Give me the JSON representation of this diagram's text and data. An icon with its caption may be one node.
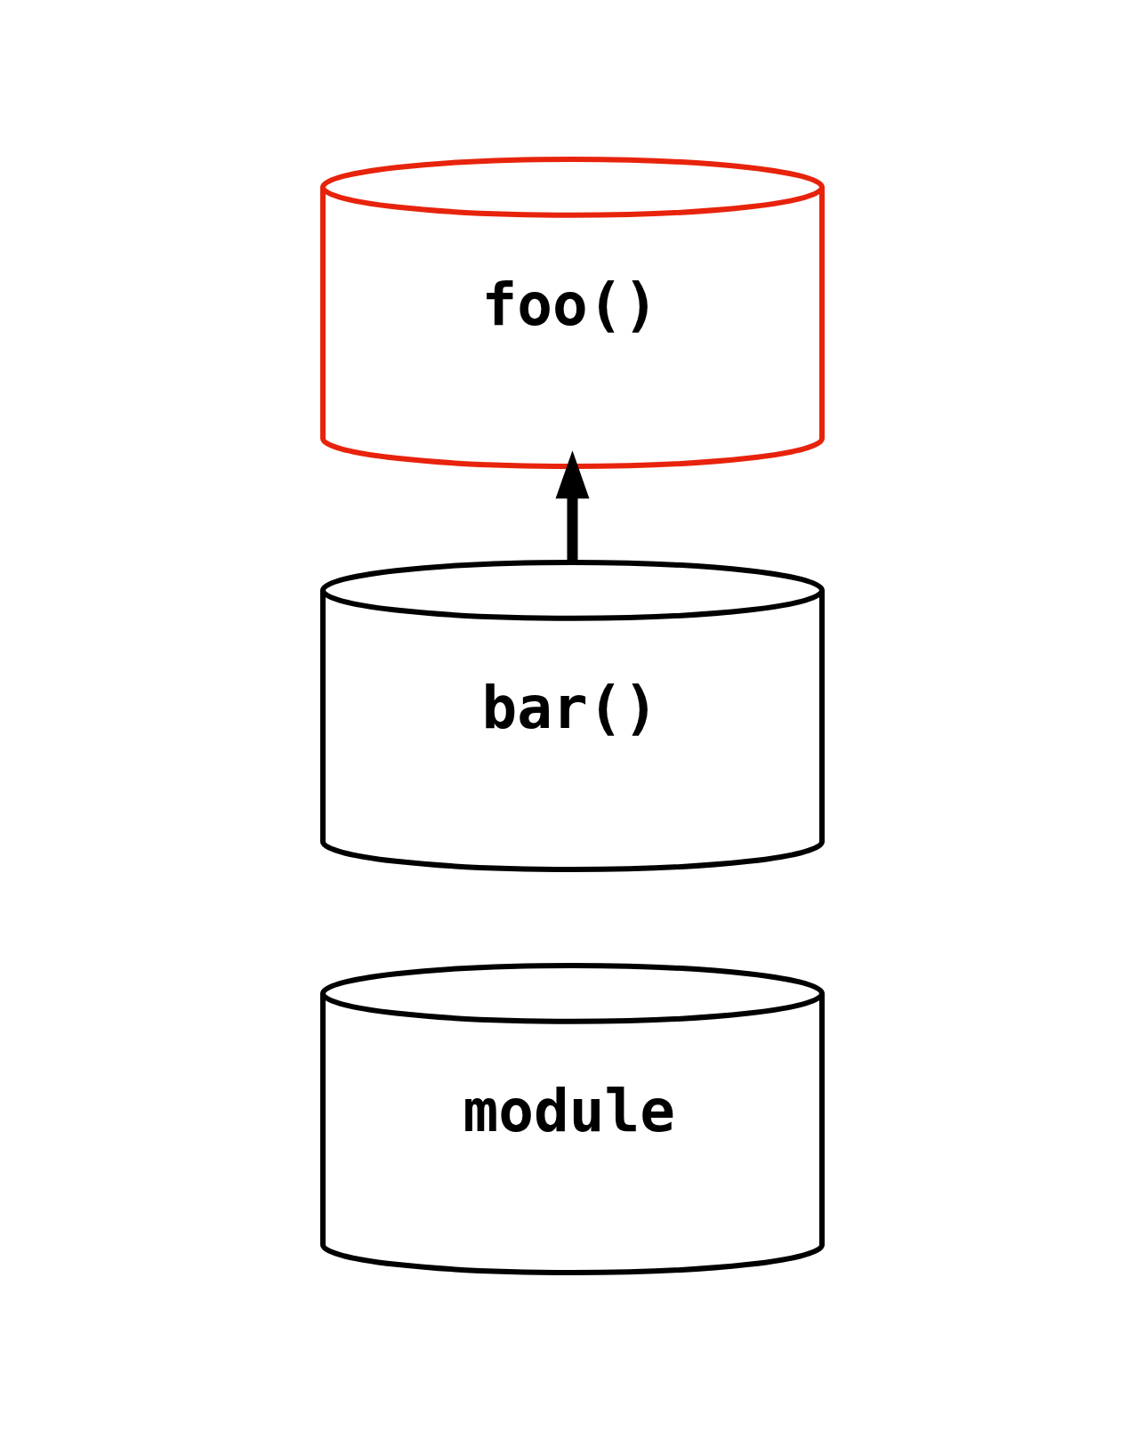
{
  "diagram": {
    "nodes": [
      {
        "text": [
          "foo()"
        ]
      },
      {
        "text": [
          "bar()"
        ]
      },
      {
        "text": [
          "module"
        ]
      }
    ],
    "edges": [
      {
        "from": 1,
        "to": 0,
        "arrow": "to"
      }
    ]
  }
}
